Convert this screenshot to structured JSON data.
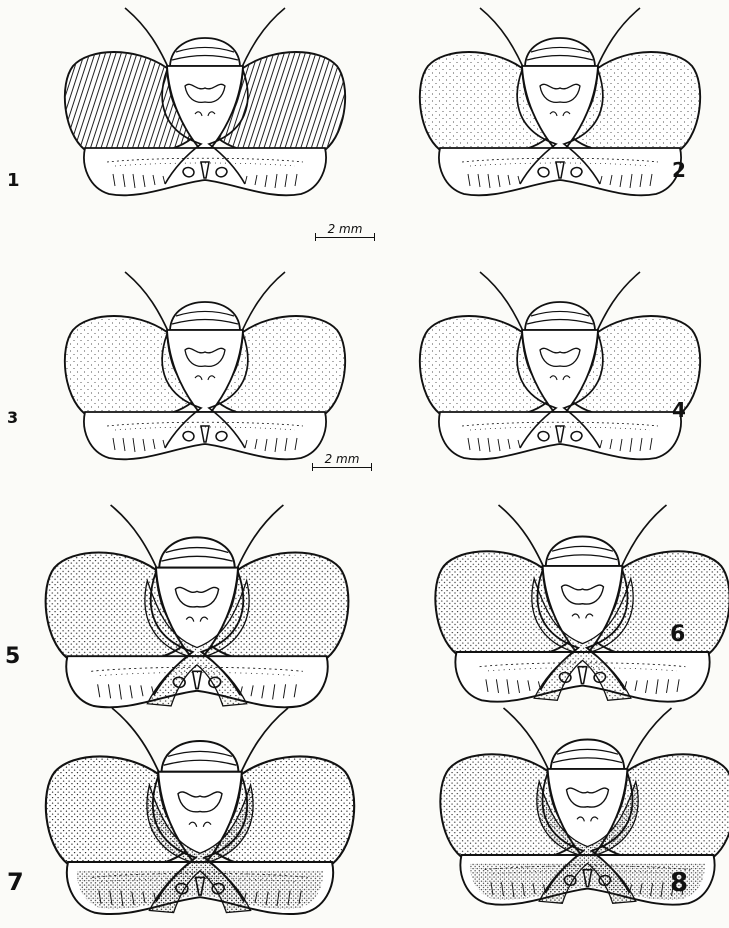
{
  "figures": [
    {
      "number": "1",
      "variant": "striated"
    },
    {
      "number": "2",
      "variant": "plain"
    },
    {
      "number": "3",
      "variant": "plain"
    },
    {
      "number": "4",
      "variant": "light"
    },
    {
      "number": "5",
      "variant": "medium"
    },
    {
      "number": "6",
      "variant": "medium"
    },
    {
      "number": "7",
      "variant": "heavy"
    },
    {
      "number": "8",
      "variant": "heavy"
    }
  ],
  "scale_bars": [
    {
      "label": "2 mm"
    },
    {
      "label": "2 mm"
    }
  ],
  "colors": {
    "ink": "#111111",
    "paper": "#fbfbf8"
  }
}
